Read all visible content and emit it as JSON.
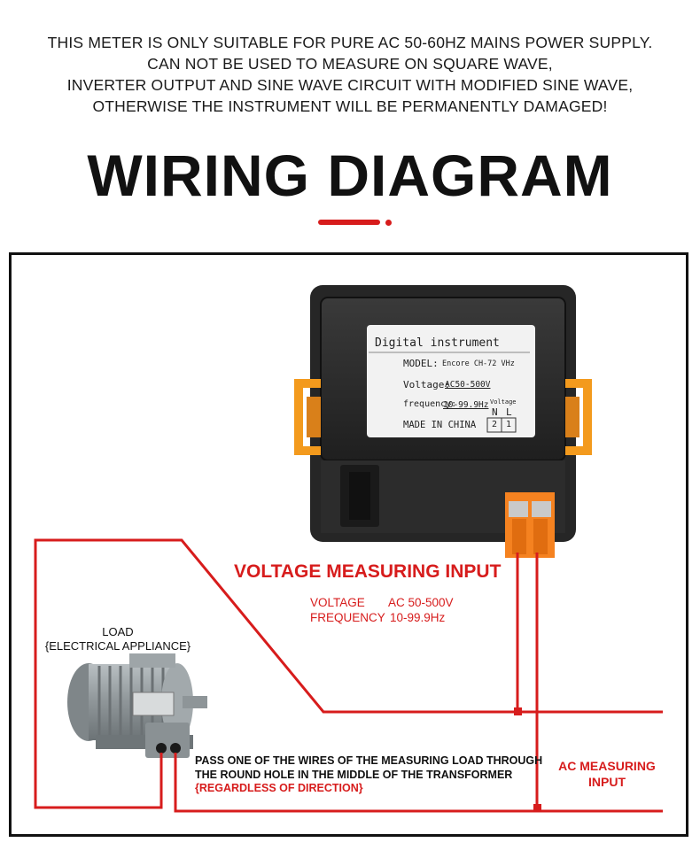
{
  "warning": {
    "lines": [
      "THIS METER IS ONLY SUITABLE FOR PURE AC 50-60HZ MAINS POWER SUPPLY.",
      "CAN NOT BE USED TO MEASURE ON SQUARE WAVE,",
      "INVERTER OUTPUT AND SINE WAVE CIRCUIT WITH MODIFIED SINE WAVE,",
      "OTHERWISE THE INSTRUMENT WILL BE PERMANENTLY DAMAGED!"
    ]
  },
  "title": "WIRING DIAGRAM",
  "accent_color": "#d71c1c",
  "meter_label": {
    "heading": "Digital instrument",
    "model_key": "MODEL:",
    "model_value": "Encore CH-72 VHz",
    "voltage_key": "Voltage:",
    "voltage_value": "AC50-500V",
    "frequency_key": "frequency:",
    "frequency_value": "10-99.9Hz",
    "terminal_caption": "Voltage",
    "terminal_n": "N",
    "terminal_l": "L",
    "terminal_2": "2",
    "terminal_1": "1",
    "origin": "MADE IN CHINA"
  },
  "voltage_input": {
    "heading": "VOLTAGE MEASURING INPUT",
    "voltage_label": "VOLTAGE",
    "voltage_value": "AC 50-500V",
    "frequency_label": "FREQUENCY",
    "frequency_value": "10-99.9Hz"
  },
  "load": {
    "line1": "LOAD",
    "line2": "{ELECTRICAL APPLIANCE}"
  },
  "note": {
    "line1": "PASS ONE OF THE WIRES OF THE MEASURING LOAD THROUGH",
    "line2": "THE ROUND HOLE IN THE MIDDLE OF THE TRANSFORMER",
    "line3": "{REGARDLESS OF DIRECTION}"
  },
  "ac_input": {
    "line1": "AC MEASURING",
    "line2": "INPUT"
  }
}
